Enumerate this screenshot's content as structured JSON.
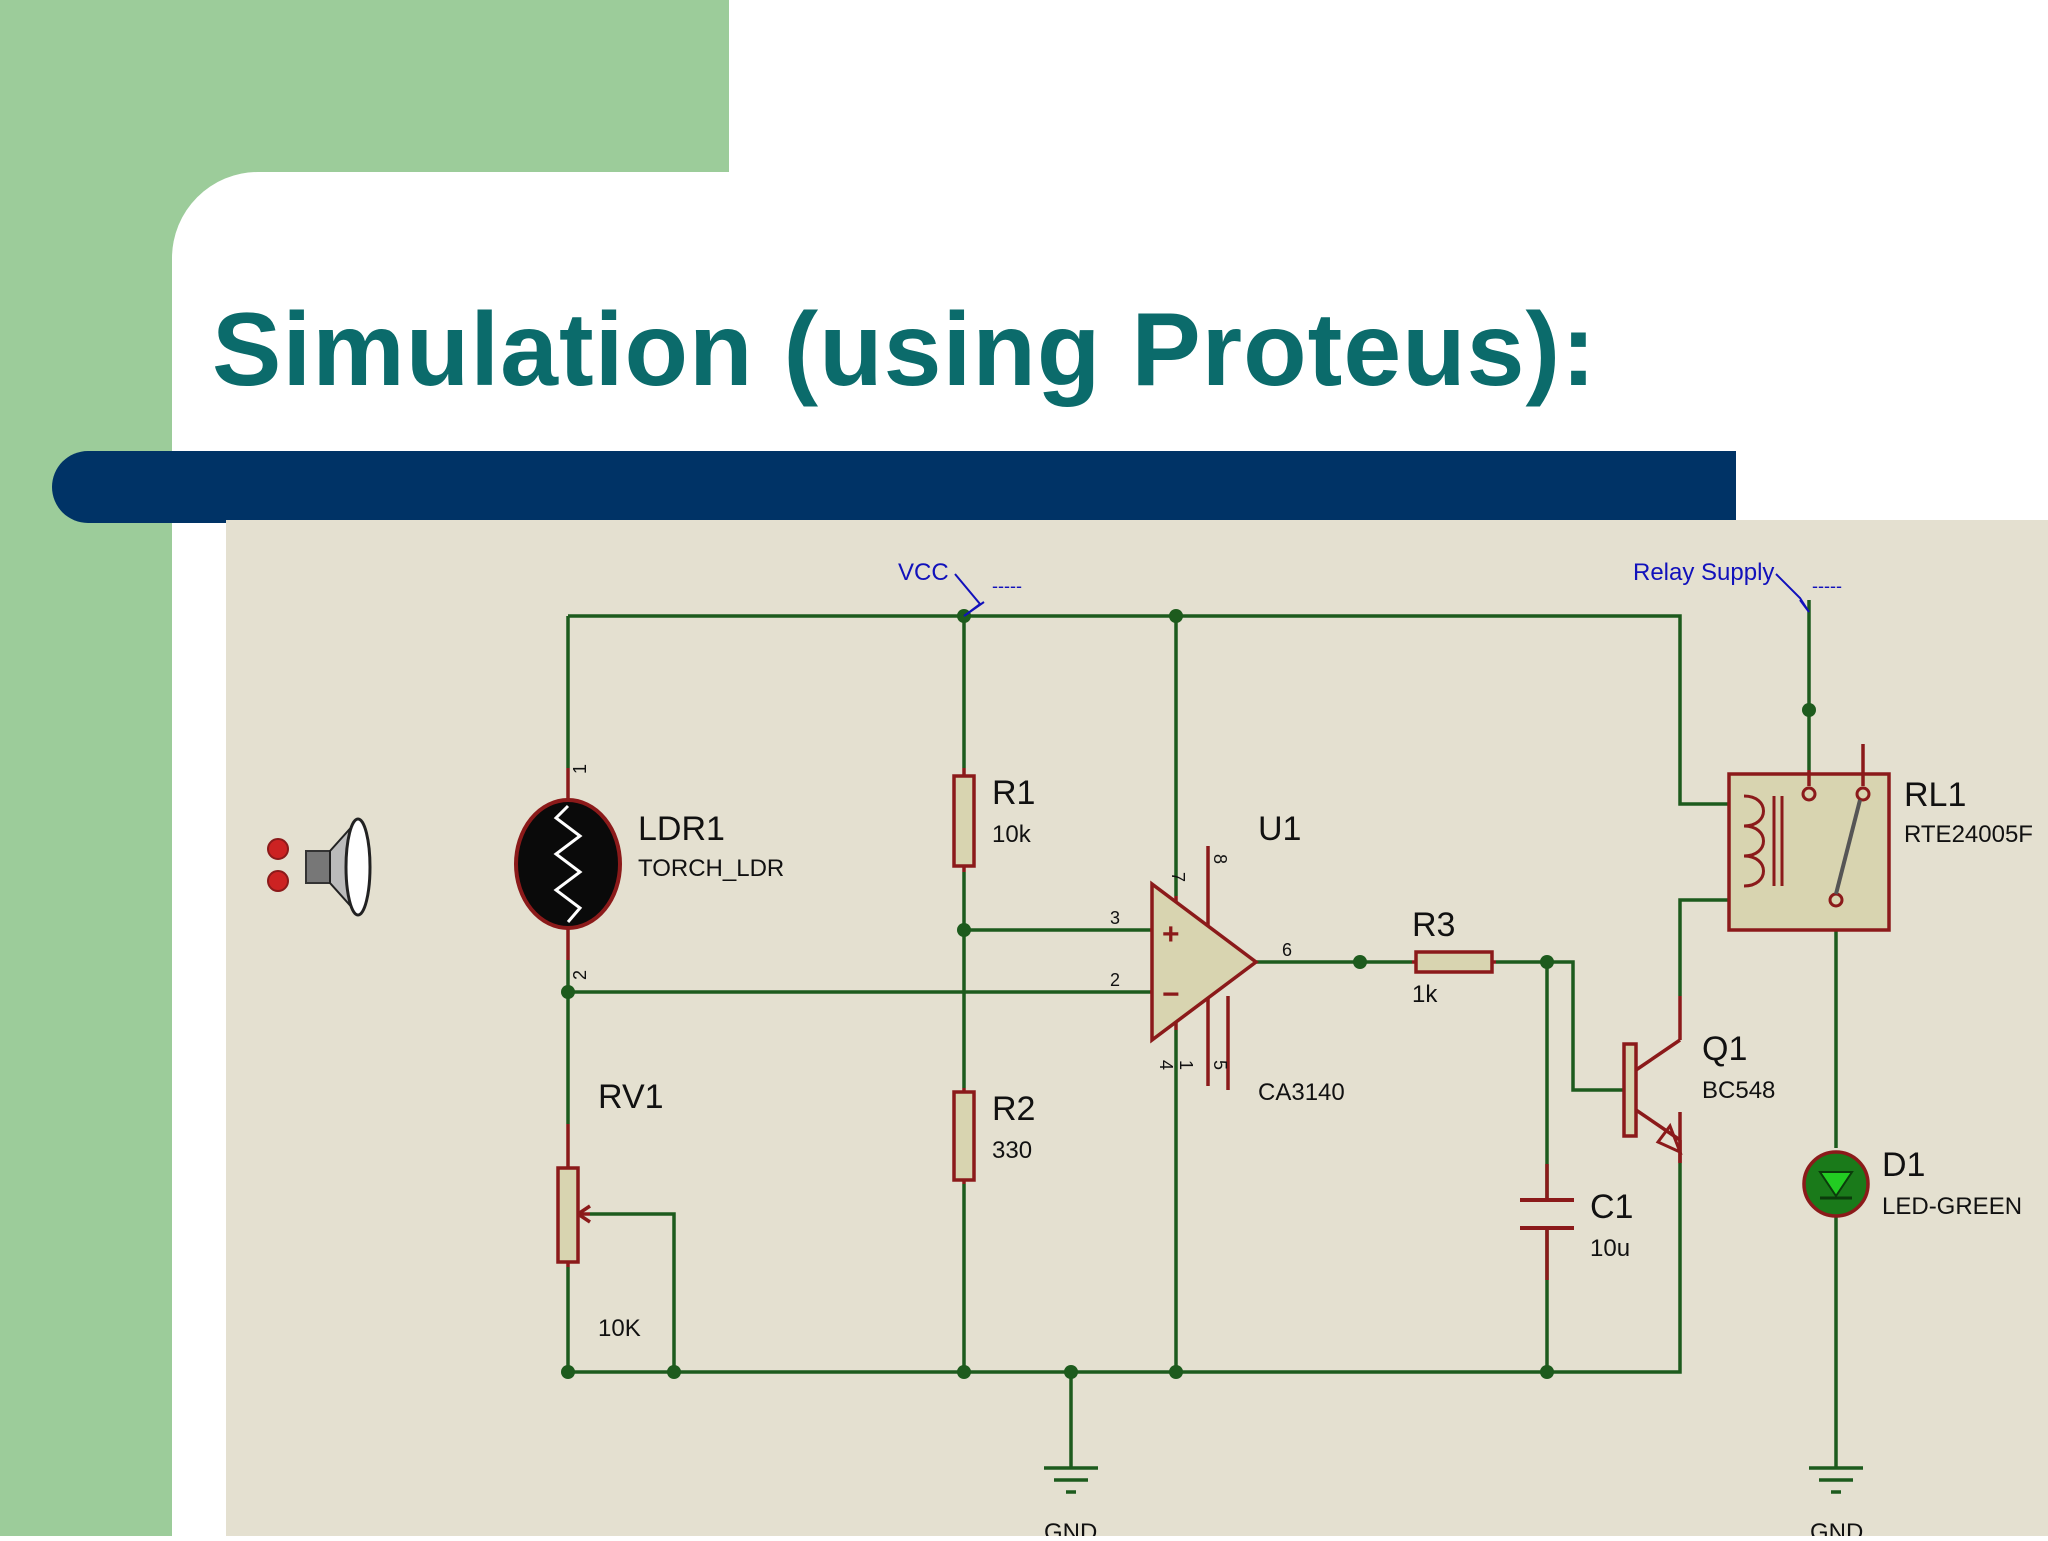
{
  "slide": {
    "title": "Simulation (using Proteus):"
  },
  "schematic": {
    "power": {
      "vcc": "VCC",
      "relay_supply": "Relay Supply",
      "gnd": "GND",
      "stub": "-----"
    },
    "ldr": {
      "ref": "LDR1",
      "value": "TORCH_LDR",
      "pin_top": "1",
      "pin_bottom": "2"
    },
    "r1": {
      "ref": "R1",
      "value": "10k"
    },
    "r2": {
      "ref": "R2",
      "value": "330"
    },
    "rv1": {
      "ref": "RV1",
      "value": "10K"
    },
    "u1": {
      "ref": "U1",
      "value": "CA3140",
      "pin3": "3",
      "pin2": "2",
      "pin6": "6",
      "pin7": "7",
      "pin8": "8",
      "pin4": "4",
      "pin1": "1",
      "pin5": "5",
      "plus": "+",
      "minus": "−"
    },
    "r3": {
      "ref": "R3",
      "value": "1k"
    },
    "c1": {
      "ref": "C1",
      "value": "10u"
    },
    "q1": {
      "ref": "Q1",
      "value": "BC548"
    },
    "rl1": {
      "ref": "RL1",
      "value": "RTE24005F"
    },
    "d1": {
      "ref": "D1",
      "value": "LED-GREEN"
    }
  },
  "colors": {
    "wire": "#1d5b1d",
    "component": "#8b1a1a",
    "body_fill": "#d8d4b0",
    "label_blue": "#1111bb",
    "led_green": "#22cc22"
  },
  "icons": [
    "speaker-icon",
    "speaker-terminal-icon"
  ]
}
